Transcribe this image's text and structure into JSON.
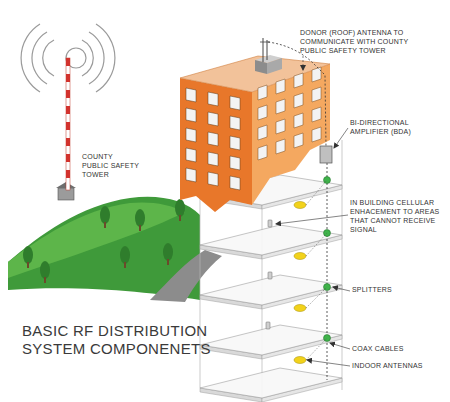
{
  "diagram": {
    "title": "BASIC RF DISTRIBUTION SYSTEM COMPONENETS",
    "labels": [
      "COUNTY PUBLIC SAFETY TOWER",
      "DONOR (ROOF) ANTENNA TO COMMUNICATE WITH COUNTY PUBLIC SAFETY TOWER",
      "BI-DIRECTIONAL AMPLIFIER (BDA)",
      "IN BUILDING CELLULAR ENHACEMENT TO AREAS THAT CANNOT RECEIVE SIGNAL",
      "SPLITTERS",
      "COAX CABLES",
      "INDOOR ANTENNAS"
    ]
  }
}
